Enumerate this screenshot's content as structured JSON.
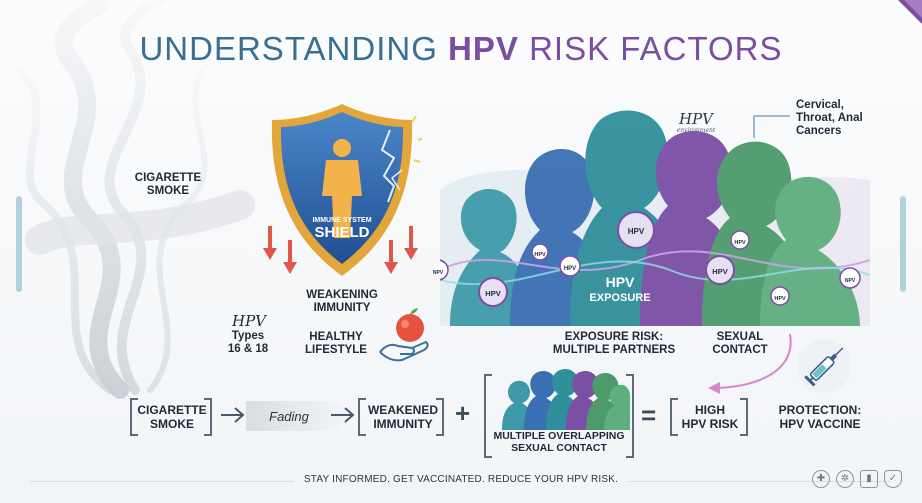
{
  "title": {
    "part1": "UNDERSTANDING",
    "part2": "HPV",
    "part3": "RISK FACTORS"
  },
  "labels": {
    "cigarette_smoke": "CIGARETTE\nSMOKE",
    "shield_small": "IMMUNE SYSTEM",
    "shield_big": "SHIELD",
    "weakening_immunity": "WEAKENING\nIMMUNITY",
    "hpv_types_script": "HPV",
    "hpv_types": "Types\n16 & 18",
    "healthy_lifestyle": "HEALTHY\nLIFESTYLE",
    "hpv_script_top": "HPV",
    "hpv_script_top_sub": "environment",
    "cancers": "Cervical,\nThroat, Anal\nCancers",
    "hpv_exposure_1": "HPV",
    "hpv_exposure_2": "EXPOSURE",
    "exposure_risk": "EXPOSURE RISK:\nMULTIPLE PARTNERS",
    "sexual_contact": "SEXUAL\nCONTACT",
    "virus_big": "HPV",
    "virus_small": "HPV",
    "virus_npv": "NPV"
  },
  "equation": {
    "smoke": "CIGARETTE\nSMOKE",
    "fading": "Fading",
    "weakened": "WEAKENED\nIMMUNITY",
    "plus": "+",
    "overlap": "MULTIPLE OVERLAPPING\nSEXUAL CONTACT",
    "equals": "=",
    "high_risk": "HIGH\nHPV RISK",
    "protection": "PROTECTION:\nHPV VACCINE"
  },
  "footer": {
    "text": "STAY INFORMED. GET VACCINATED. REDUCE YOUR HPV RISK."
  },
  "colors": {
    "title_blue": "#3a6f93",
    "title_purple": "#7a4ea0",
    "shield_blue": "#2e62a8",
    "shield_gold": "#e3a63a",
    "arrow_red": "#e0574a",
    "people_teal": "#2f8f9b",
    "people_purple": "#7b4fa6",
    "people_green": "#4d9a6b"
  },
  "icons": [
    "smoke-icon",
    "shield-icon",
    "apple-icon",
    "hand-icon",
    "virus-icon",
    "syringe-icon",
    "arrow-icon"
  ]
}
